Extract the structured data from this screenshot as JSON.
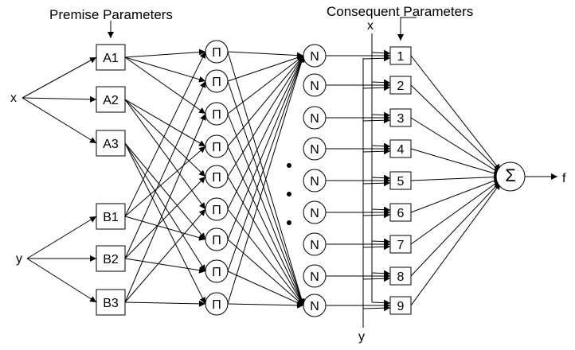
{
  "labels": {
    "premise": "Premise Parameters",
    "consequent": "Consequent Parameters",
    "input_x": "x",
    "input_y": "y",
    "output_f": "f",
    "consequent_x": "x",
    "consequent_y": "y"
  },
  "mf_a": [
    "A1",
    "A2",
    "A3"
  ],
  "mf_b": [
    "B1",
    "B2",
    "B3"
  ],
  "product_symbol": "Π",
  "norm_symbol": "N",
  "consequent_nodes": [
    "1",
    "2",
    "3",
    "4",
    "5",
    "6",
    "7",
    "8",
    "9"
  ],
  "sum_symbol": "Σ"
}
